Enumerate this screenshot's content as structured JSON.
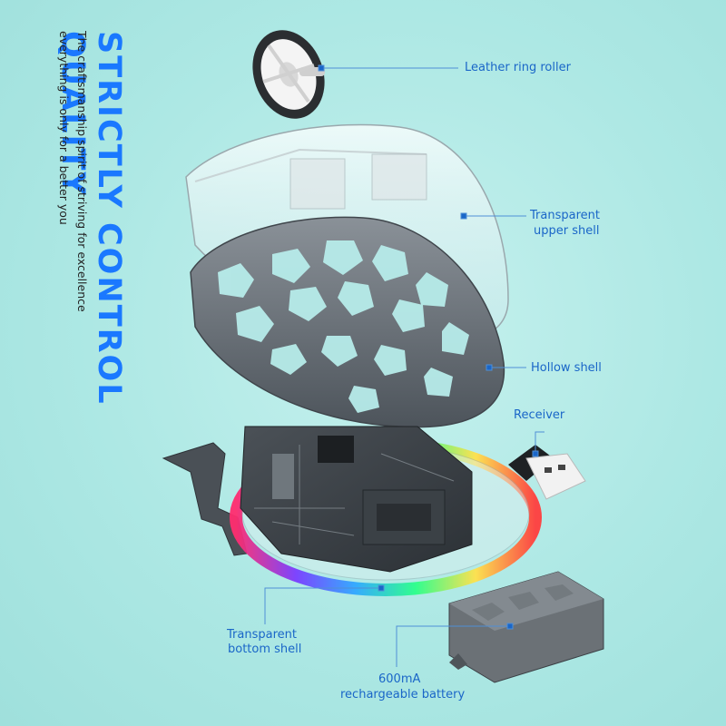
{
  "headline": "STRICTLY CONTROL QUALITY",
  "subtitle_line1": "The craftsmanship spirit of striving for excellence",
  "subtitle_line2": "everything is only for a better you",
  "labels": {
    "roller": "Leather ring roller",
    "upper_shell_1": "Transparent",
    "upper_shell_2": "upper shell",
    "hollow_shell": "Hollow shell",
    "receiver": "Receiver",
    "bottom_shell_1": "Transparent",
    "bottom_shell_2": "bottom shell",
    "battery_1": "600mA",
    "battery_2": "rechargeable battery"
  },
  "colors": {
    "background": "#a9e6e2",
    "headline": "#1a78ff",
    "callout": "#1a66c8"
  }
}
